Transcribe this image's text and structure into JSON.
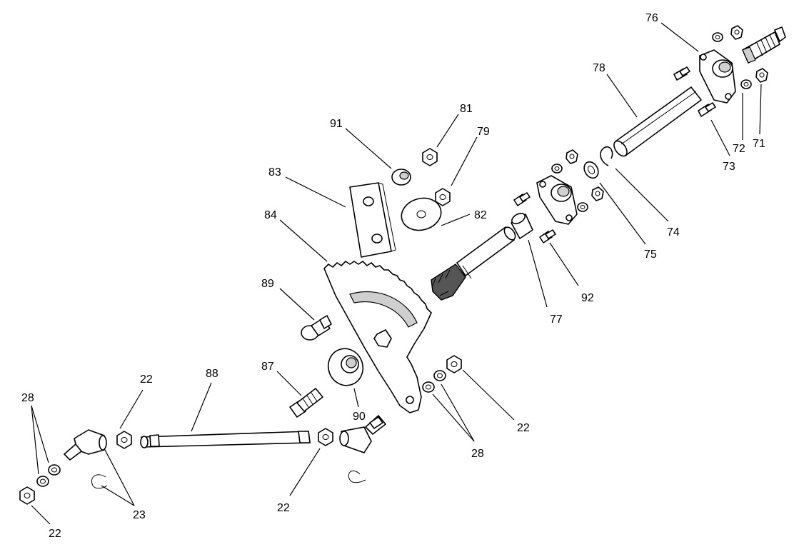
{
  "callouts": [
    {
      "id": "c76",
      "text": "76"
    },
    {
      "id": "c78",
      "text": "78"
    },
    {
      "id": "c72",
      "text": "72"
    },
    {
      "id": "c71",
      "text": "71"
    },
    {
      "id": "c73",
      "text": "73"
    },
    {
      "id": "c74",
      "text": "74"
    },
    {
      "id": "c75",
      "text": "75"
    },
    {
      "id": "c81",
      "text": "81"
    },
    {
      "id": "c79",
      "text": "79"
    },
    {
      "id": "c91",
      "text": "91"
    },
    {
      "id": "c83",
      "text": "83"
    },
    {
      "id": "c82",
      "text": "82"
    },
    {
      "id": "c84",
      "text": "84"
    },
    {
      "id": "c92",
      "text": "92"
    },
    {
      "id": "c77",
      "text": "77"
    },
    {
      "id": "c89",
      "text": "89"
    },
    {
      "id": "c87",
      "text": "87"
    },
    {
      "id": "c90",
      "text": "90"
    },
    {
      "id": "c22a",
      "text": "22"
    },
    {
      "id": "c88",
      "text": "88"
    },
    {
      "id": "c22b",
      "text": "22"
    },
    {
      "id": "c28a",
      "text": "28"
    },
    {
      "id": "c28b",
      "text": "28"
    },
    {
      "id": "c23",
      "text": "23"
    },
    {
      "id": "c22c",
      "text": "22"
    },
    {
      "id": "c22d",
      "text": "22"
    }
  ]
}
